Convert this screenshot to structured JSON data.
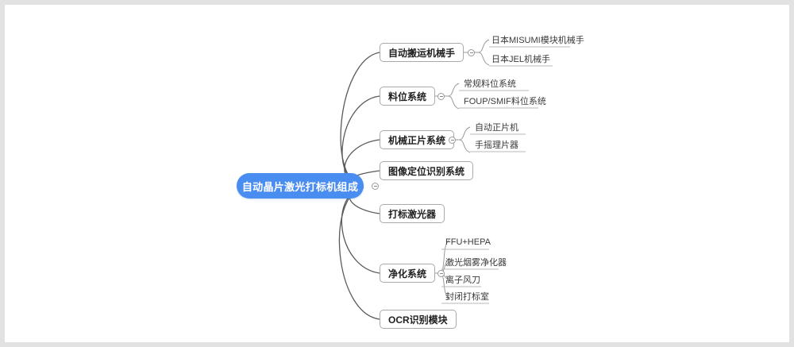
{
  "diagram": {
    "type": "mind-map",
    "title": "自动晶片激光打标机组成",
    "root": {
      "label": "自动晶片激光打标机组成",
      "color": "#4a8df1",
      "text_color": "#ffffff",
      "toggle": "collapse-toggle-root"
    },
    "branches": [
      {
        "label": "自动搬运机械手",
        "toggle": "collapse-toggle-branch-1",
        "children": [
          {
            "label": "日本MISUMI模块机械手"
          },
          {
            "label": "日本JEL机械手"
          }
        ]
      },
      {
        "label": "料位系统",
        "toggle": "collapse-toggle-branch-2",
        "children": [
          {
            "label": "常规料位系统"
          },
          {
            "label": "FOUP/SMIF料位系统"
          }
        ]
      },
      {
        "label": "机械正片系统",
        "toggle": "collapse-toggle-branch-3",
        "children": [
          {
            "label": "自动正片机"
          },
          {
            "label": "手摇理片器"
          }
        ]
      },
      {
        "label": "图像定位识别系统",
        "children": []
      },
      {
        "label": "打标激光器",
        "children": []
      },
      {
        "label": "净化系统",
        "toggle": "collapse-toggle-branch-6",
        "children": [
          {
            "label": "FFU+HEPA"
          },
          {
            "label": "激光烟雾净化器"
          },
          {
            "label": "离子风刀"
          },
          {
            "label": "封闭打标室"
          }
        ]
      },
      {
        "label": "OCR识别模块",
        "children": []
      }
    ]
  },
  "style": {
    "canvas_background": "#ffffff",
    "canvas_border": "#e2e2e2",
    "edge_color": "#5a5a5a",
    "sub_edge_color": "#9a9a9a",
    "node_border": "#aaaaaa",
    "node_text": "#1f1f1f",
    "leaf_text": "#3a3a3a"
  }
}
